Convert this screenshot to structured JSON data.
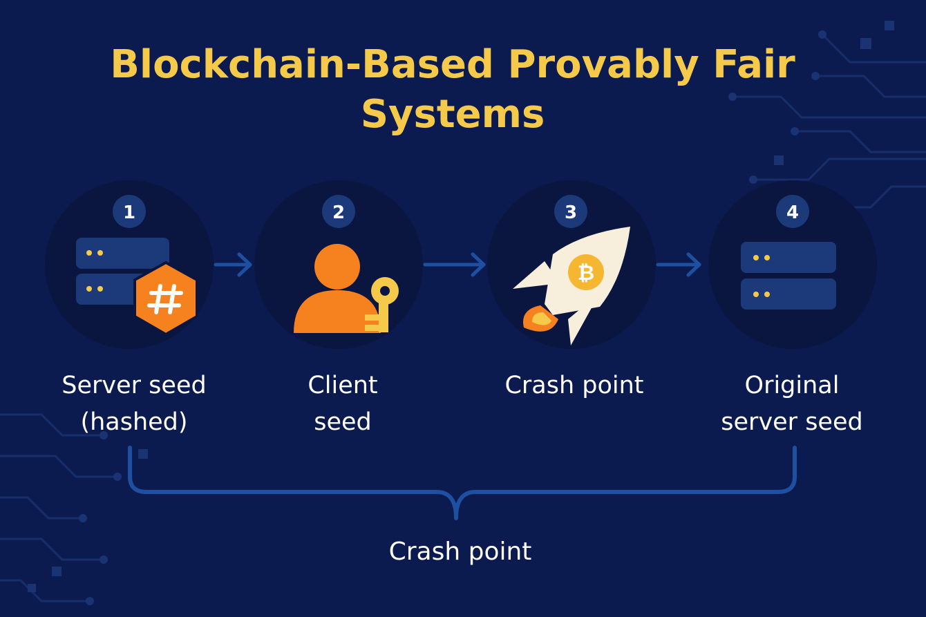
{
  "title": {
    "line1": "Blockchain-Based Provably Fair",
    "line2": "Systems"
  },
  "steps": [
    {
      "number": "1",
      "label_line1": "Server seed",
      "label_line2": "(hashed)",
      "icon": "server-hash-icon"
    },
    {
      "number": "2",
      "label_line1": "Client",
      "label_line2": "seed",
      "icon": "user-key-icon"
    },
    {
      "number": "3",
      "label_line1": "Crash point",
      "label_line2": "",
      "icon": "bitcoin-rocket-icon"
    },
    {
      "number": "4",
      "label_line1": "Original",
      "label_line2": "server seed",
      "icon": "server-icon"
    }
  ],
  "brace_label": "Crash point",
  "colors": {
    "background": "#0c1b4f",
    "circle": "#0a1640",
    "accent_yellow": "#f5c94a",
    "accent_orange": "#f5821f",
    "line_blue": "#1f4fa0"
  }
}
